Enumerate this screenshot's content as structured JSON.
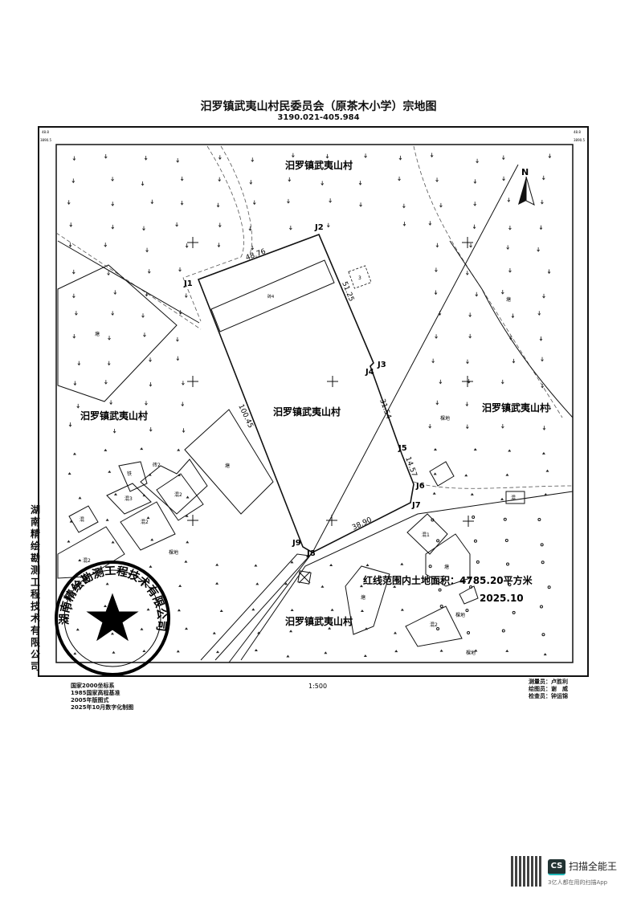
{
  "header": {
    "title": "汨罗镇武夷山村民委员会（原茶木小学）宗地图",
    "code": "3190.021-405.984"
  },
  "frame": {
    "corner_x": "48.8",
    "corner_y": "3890.5"
  },
  "parcel": {
    "points": [
      "J1",
      "J2",
      "J3",
      "J4",
      "J5",
      "J6",
      "J7",
      "J8",
      "J9"
    ],
    "edges": [
      "48.76",
      "51.25",
      "31.54",
      "14.57",
      "38.90",
      "100.45"
    ],
    "building": "砖4",
    "owner": "汨罗镇武夷山村",
    "area_text": "红线范围内土地面积：4785.20平方米",
    "date": "2025.10"
  },
  "neighbors": {
    "north": "汨罗镇武夷山村",
    "west": "汨罗镇武夷山村",
    "east": "汨罗镇武夷山村",
    "south": "汨罗镇武夷山村"
  },
  "features": {
    "pond": "塘",
    "bare": "棵地",
    "brick2": "砖2",
    "mixed": "混",
    "mixed1": "混1",
    "mixed2": "混2",
    "mixed3": "混3",
    "wood": "铁",
    "small": "3",
    "north": "N"
  },
  "footer": {
    "scale": "1:500",
    "left_lines": [
      "国家2000坐标系",
      "1985国家高程基准",
      "2005年版图式",
      "2025年10月数字化制图"
    ],
    "surveyor": "测量员：卢胜利",
    "drafter": "绘图员：谢　威",
    "checker": "检查员：钟运锦"
  },
  "company": "湖南精绘勘测工程技术有限公司",
  "stamp_text": "湖南精绘勘测工程技术有限公司",
  "scanner": {
    "brand": "扫描全能王",
    "logo": "CS",
    "tagline": "3亿人都在用的扫描App"
  }
}
